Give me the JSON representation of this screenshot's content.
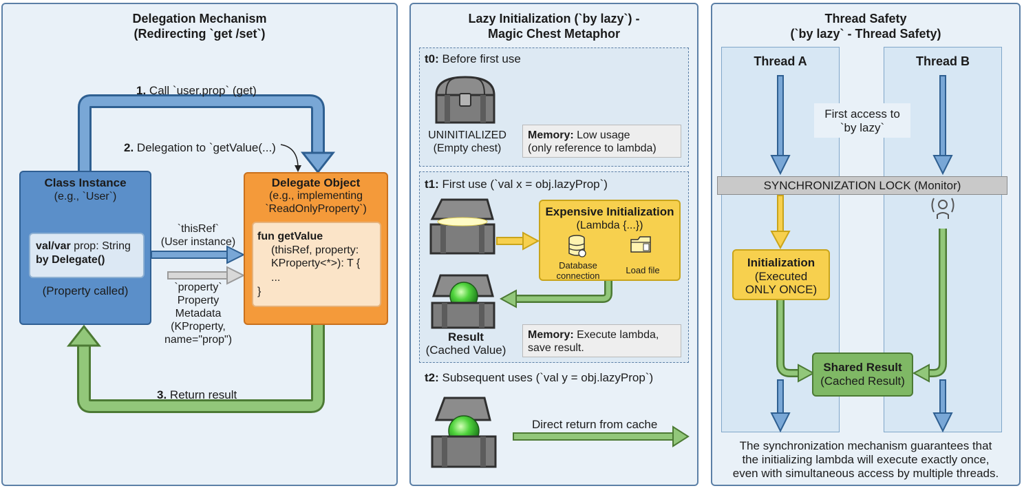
{
  "panel1": {
    "title_line1": "Delegation Mechanism",
    "title_line2": "(Redirecting `get /set`)",
    "step1_num": "1.",
    "step1_text": "Call `user.prop` (get)",
    "step2_num": "2.",
    "step2_text": "Delegation to `getValue(...)",
    "step3_num": "3.",
    "step3_text": "Return result",
    "class_title": "Class Instance",
    "class_sub": "(e.g., `User`)",
    "prop_kw": "val/var",
    "prop_rest": " prop: String",
    "prop_by": "by Delegate()",
    "prop_called": "(Property called)",
    "delegate_title": "Delegate Object",
    "delegate_sub1": "(e.g., implementing",
    "delegate_sub2": "`ReadOnlyProperty`)",
    "code_fun": "fun getValue",
    "code_line2": "(thisRef, property:",
    "code_line3": "KProperty<*>): T {",
    "code_line4": "...",
    "code_line5": "}",
    "thisref_1": "`thisRef`",
    "thisref_2": "(User instance)",
    "meta_1": "`property`",
    "meta_2": "Property",
    "meta_3": "Metadata",
    "meta_4": "(KProperty,",
    "meta_5": "name=\"prop\")"
  },
  "panel2": {
    "title_line1": "Lazy Initialization (`by lazy`) -",
    "title_line2": "Magic Chest Metaphor",
    "t0_label": "t0:",
    "t0_text": " Before first use",
    "uninit_1": "UNINITIALIZED",
    "uninit_2": "(Empty chest)",
    "mem0_label": "Memory:",
    "mem0_text1": " Low usage",
    "mem0_text2": "(only reference to lambda)",
    "t1_label": "t1:",
    "t1_text": " First use (`val x = obj.lazyProp`)",
    "expensive_title": "Expensive Initialization",
    "expensive_sub": "(Lambda {...})",
    "db_1": "Database",
    "db_2": "connection",
    "load_file": "Load file",
    "result_title": "Result",
    "result_sub": "(Cached Value)",
    "mem1_label": "Memory:",
    "mem1_text1": " Execute lambda,",
    "mem1_text2": "save result.",
    "t2_label": "t2:",
    "t2_text": " Subsequent uses (`val y = obj.lazyProp`)",
    "direct": "Direct return from cache"
  },
  "panel3": {
    "title_line1": "Thread Safety",
    "title_line2": "(`by lazy` - Thread Safety)",
    "thread_a": "Thread A",
    "thread_b": "Thread B",
    "first_1": "First access to",
    "first_2": "`by lazy`",
    "lock": "SYNCHRONIZATION LOCK (Monitor)",
    "init_title": "Initialization",
    "init_1": "(Executed",
    "init_2": "ONLY ONCE)",
    "shared_title": "Shared Result",
    "shared_sub": "(Cached Result)",
    "foot_1": "The synchronization mechanism guarantees that",
    "foot_2": "the initializing lambda will execute exactly once,",
    "foot_3": "even with simultaneous access by multiple threads."
  },
  "colors": {
    "blue": "#5b8fc9",
    "orange": "#f49a3a",
    "yellow": "#f7d04e",
    "green": "#7fb865",
    "panel_bg": "#e9f1f8"
  }
}
